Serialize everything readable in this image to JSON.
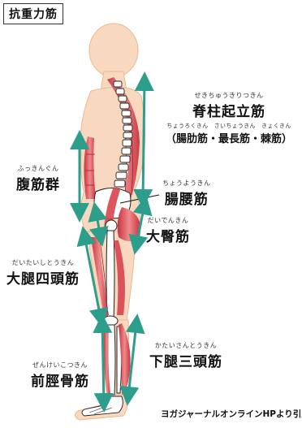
{
  "title": "抗重力筋",
  "labels": {
    "erector": {
      "ruby": "せきちゅうきりつきん",
      "name": "脊柱起立筋",
      "sub_ruby": "ちょうろくきん　さいちょうきん　きょくきん",
      "sub": "（腸肋筋・最長筋・棘筋）"
    },
    "rectus_abdominis": {
      "ruby": "ふっきんぐん",
      "name": "腹筋群"
    },
    "iliopsoas": {
      "ruby": "ちょうようきん",
      "name": "腸腰筋"
    },
    "gluteus": {
      "ruby": "だいでんきん",
      "name": "大臀筋"
    },
    "quadriceps": {
      "ruby": "だいたいしとうきん",
      "name": "大腿四頭筋"
    },
    "triceps_surae": {
      "ruby": "かたいさんとうきん",
      "name": "下腿三頭筋"
    },
    "tibialis": {
      "ruby": "ぜんけいこつきん",
      "name": "前脛骨筋"
    }
  },
  "credit": "ヨガジャーナルオンラインHPより引用",
  "colors": {
    "skin": "#f8d9bf",
    "muscle": "#d9434e",
    "arrow": "#2e9e8c",
    "bone": "#ffffff"
  }
}
